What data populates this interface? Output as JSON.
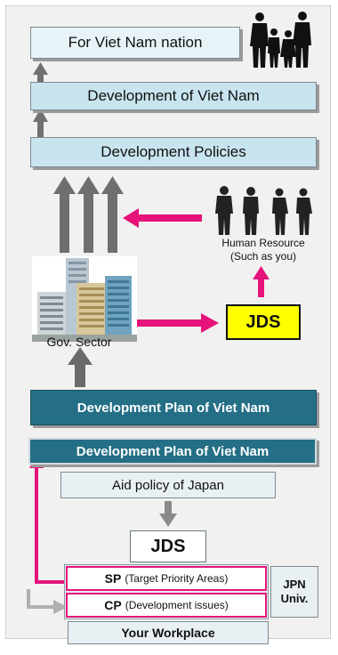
{
  "top": {
    "nation": "For Viet Nam nation",
    "development": "Development of Viet Nam",
    "policies": "Development Policies"
  },
  "middle": {
    "human_resource_line1": "Human Resource",
    "human_resource_line2": "(Such as you)",
    "jds": "JDS",
    "gov_sector": "Gov. Sector",
    "plan_upper": "Development Plan of Viet Nam"
  },
  "bottom": {
    "plan_lower": "Development Plan of Viet Nam",
    "aid_policy": "Aid policy of Japan",
    "jds": "JDS",
    "sp_abbr": "SP",
    "sp_text": "(Target Priority Areas)",
    "cp_abbr": "CP",
    "cp_text": "(Development issues)",
    "jpn_univ_line1": "JPN",
    "jpn_univ_line2": "Univ.",
    "workplace": "Your Workplace"
  },
  "colors": {
    "light_box": "#c8e4ef",
    "teal_box": "#246f86",
    "pink_arrow": "#e5137a",
    "gray_arrow": "#7a7a7a",
    "jds_highlight": "#ffff00"
  },
  "icons": [
    "family-silhouette-icon",
    "business-people-silhouette-icon",
    "office-buildings-icon"
  ]
}
